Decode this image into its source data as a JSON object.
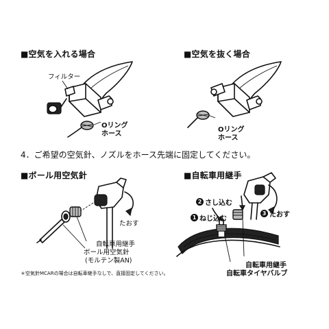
{
  "sections": {
    "air_in": {
      "heading": "■空気を入れる場合",
      "filter_label": "フィルター",
      "oring_label": "Oリング",
      "hose_label": "ホース"
    },
    "air_out": {
      "heading": "■空気を抜く場合",
      "oring_label": "Oリング",
      "hose_label": "ホース"
    },
    "step4": {
      "text": "4．ご希望の空気針、ノズルをホース先端に固定してください。"
    },
    "ball_needle": {
      "heading": "■ボール用空気針",
      "tilt_label": "たおす",
      "adapter_label": "自転車用継手",
      "needle_label": "ボール用空気針",
      "maker_label": "(モルテン製AN)",
      "footnote": "＊空気針MCARの場合は自転車継手なしで、直接固定してください。"
    },
    "bike_adapter": {
      "heading": "■自転車用継手",
      "step1_num": "1",
      "step1_label": "ねじ込む",
      "step2_num": "2",
      "step2_label": "さし込む",
      "step3_num": "3",
      "step3_label": "たおす",
      "adapter_label": "自転車用継手",
      "valve_label": "自転車タイヤバルブ"
    }
  }
}
